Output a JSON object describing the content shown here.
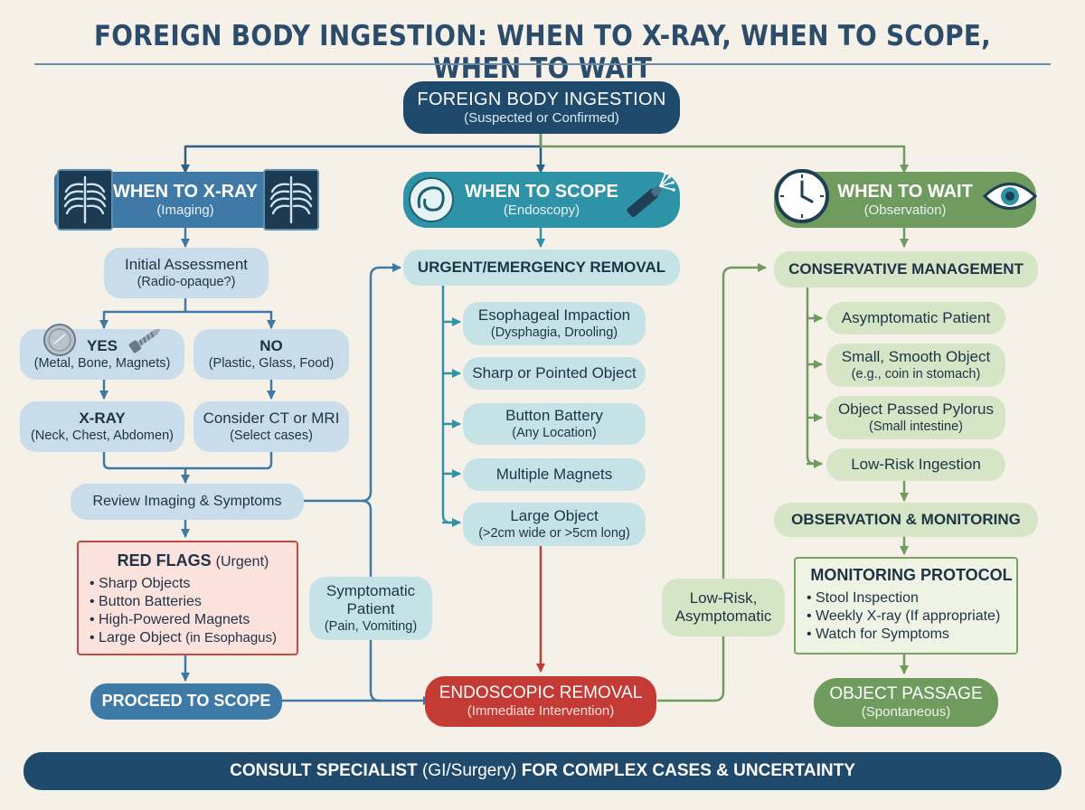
{
  "title": "FOREIGN BODY INGESTION: WHEN TO X-RAY, WHEN TO SCOPE, WHEN TO WAIT",
  "root": {
    "title": "FOREIGN BODY INGESTION",
    "subtitle": "(Suspected or Confirmed)"
  },
  "xray": {
    "header": {
      "title": "WHEN TO X-RAY",
      "subtitle": "(Imaging)"
    },
    "assessment": {
      "title": "Initial Assessment",
      "subtitle": "(Radio-opaque?)"
    },
    "yes": {
      "title": "YES",
      "subtitle": "(Metal, Bone, Magnets)"
    },
    "no": {
      "title": "NO",
      "subtitle": "(Plastic, Glass, Food)"
    },
    "xray_box": {
      "title": "X-RAY",
      "subtitle": "(Neck, Chest, Abdomen)"
    },
    "ct": {
      "title": "Consider CT or MRI",
      "subtitle": "(Select cases)"
    },
    "review": "Review Imaging & Symptoms",
    "red_flags": {
      "title": "RED FLAGS",
      "qualifier": "(Urgent)",
      "items": [
        "• Sharp Objects",
        "• Button Batteries",
        "• High-Powered Magnets",
        "• Large Object"
      ],
      "last_item_suffix": "(in Esophagus)"
    },
    "proceed": "PROCEED TO SCOPE"
  },
  "scope": {
    "header": {
      "title": "WHEN TO SCOPE",
      "subtitle": "(Endoscopy)"
    },
    "urgent": "URGENT/EMERGENCY REMOVAL",
    "items": [
      {
        "title": "Esophageal Impaction",
        "subtitle": "(Dysphagia, Drooling)"
      },
      {
        "title": "Sharp or Pointed Object",
        "subtitle": ""
      },
      {
        "title": "Button Battery",
        "subtitle": "(Any Location)"
      },
      {
        "title": "Multiple Magnets",
        "subtitle": ""
      },
      {
        "title": "Large Object",
        "subtitle": "(>2cm wide or >5cm long)"
      }
    ],
    "symptomatic": {
      "title_1": "Symptomatic",
      "title_2": "Patient",
      "subtitle": "(Pain, Vomiting)"
    },
    "endo_removal": {
      "title": "ENDOSCOPIC REMOVAL",
      "subtitle": "(Immediate Intervention)"
    }
  },
  "wait": {
    "header": {
      "title": "WHEN TO WAIT",
      "subtitle": "(Observation)"
    },
    "conservative": "CONSERVATIVE MANAGEMENT",
    "items": [
      {
        "title": "Asymptomatic Patient",
        "subtitle": ""
      },
      {
        "title": "Small, Smooth Object",
        "subtitle": "(e.g., coin in stomach)"
      },
      {
        "title": "Object Passed Pylorus",
        "subtitle": "(Small intestine)"
      },
      {
        "title": "Low-Risk Ingestion",
        "subtitle": ""
      }
    ],
    "observation": "OBSERVATION & MONITORING",
    "monitoring": {
      "title": "MONITORING PROTOCOL",
      "items": [
        "• Stool Inspection",
        "• Weekly X-ray (If appropriate)",
        "• Watch for Symptoms"
      ]
    },
    "low_risk": {
      "line_1": "Low-Risk,",
      "line_2": "Asymptomatic"
    },
    "passage": {
      "title": "OBJECT PASSAGE",
      "subtitle": "(Spontaneous)"
    }
  },
  "footer": {
    "part_1": "CONSULT SPECIALIST",
    "part_2": "(GI/Surgery)",
    "part_3": "FOR COMPLEX CASES & UNCERTAINTY"
  },
  "colors": {
    "navy": "#1f4a6b",
    "xray_blue": "#3e7aa5",
    "scope_teal": "#2f93a8",
    "wait_green": "#6f9b5e",
    "urgent_red": "#c43a34",
    "background": "#f5f1e8"
  },
  "icons": [
    "chest-xray-icon",
    "coin-icon",
    "screw-icon",
    "endoscope-icon",
    "clock-icon",
    "eye-icon"
  ]
}
